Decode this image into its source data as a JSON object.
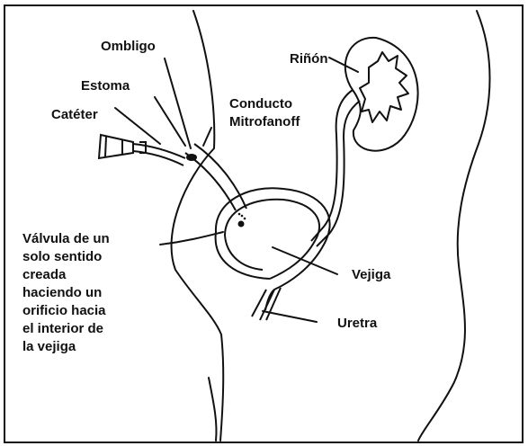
{
  "labels": {
    "ombligo": "Ombligo",
    "estoma": "Estoma",
    "cateter": "Catéter",
    "conducto": "Conducto\nMitrofanoff",
    "rinon": "Riñón",
    "valvula": "Válvula de un\nsolo sentido\ncreada\nhaciendo un\norificio hacia\nel interior de\nla vejiga",
    "vejiga": "Vejiga",
    "uretra": "Uretra"
  },
  "colors": {
    "ink": "#111111",
    "background": "#ffffff"
  }
}
